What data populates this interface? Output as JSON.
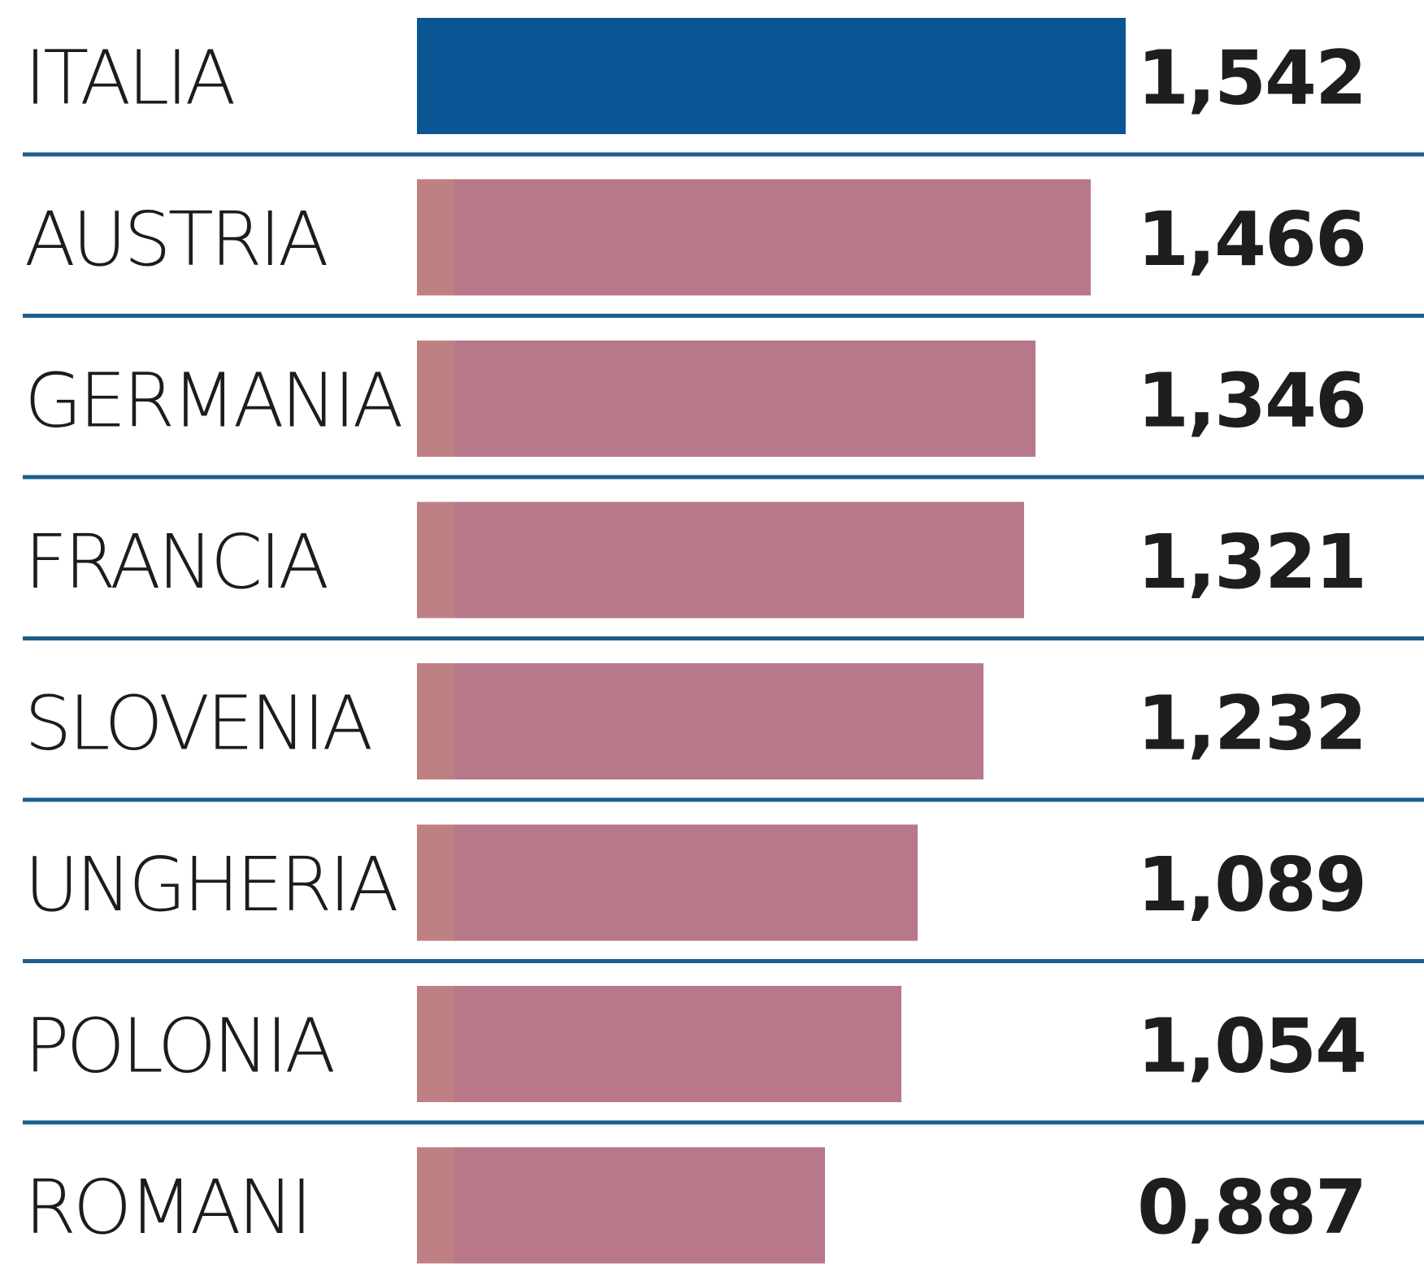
{
  "chart_data": {
    "type": "bar",
    "orientation": "horizontal",
    "categories": [
      "ITALIA",
      "AUSTRIA",
      "GERMANIA",
      "FRANCIA",
      "SLOVENIA",
      "UNGHERIA",
      "POLONIA",
      "ROMANI"
    ],
    "values": [
      1.542,
      1.466,
      1.346,
      1.321,
      1.232,
      1.089,
      1.054,
      0.887
    ],
    "value_labels": [
      "1,542",
      "1,466",
      "1,346",
      "1,321",
      "1,232",
      "1,089",
      "1,054",
      "0,887"
    ],
    "highlight_category": "ITALIA",
    "xlim": [
      0,
      1.542
    ],
    "grid": false,
    "legend": "none"
  },
  "colors": {
    "highlight": "#0c5595",
    "bar": "#b8788a",
    "bar_accent": "#c4877e",
    "separator": "#1c5f8c",
    "label_text": "#1c1c1c",
    "value_text": "#1e1e1e"
  }
}
